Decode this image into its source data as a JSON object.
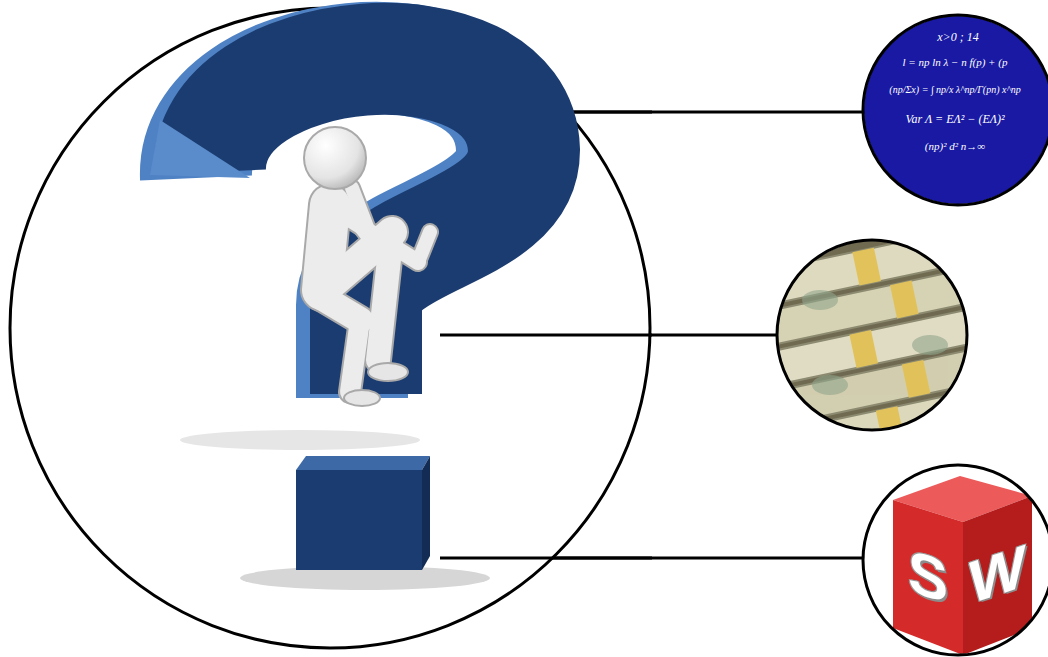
{
  "diagram": {
    "labels": [
      "x>0 ; 14",
      "l = np ln λ − n f(p) + (p",
      "(np/Σx) = ∫ np/x λ^np/Γ(pn) x^np",
      "Var Λ = EΛ² − (EΛ)²",
      "(np)² d² n→∞",
      "S",
      "W"
    ]
  }
}
